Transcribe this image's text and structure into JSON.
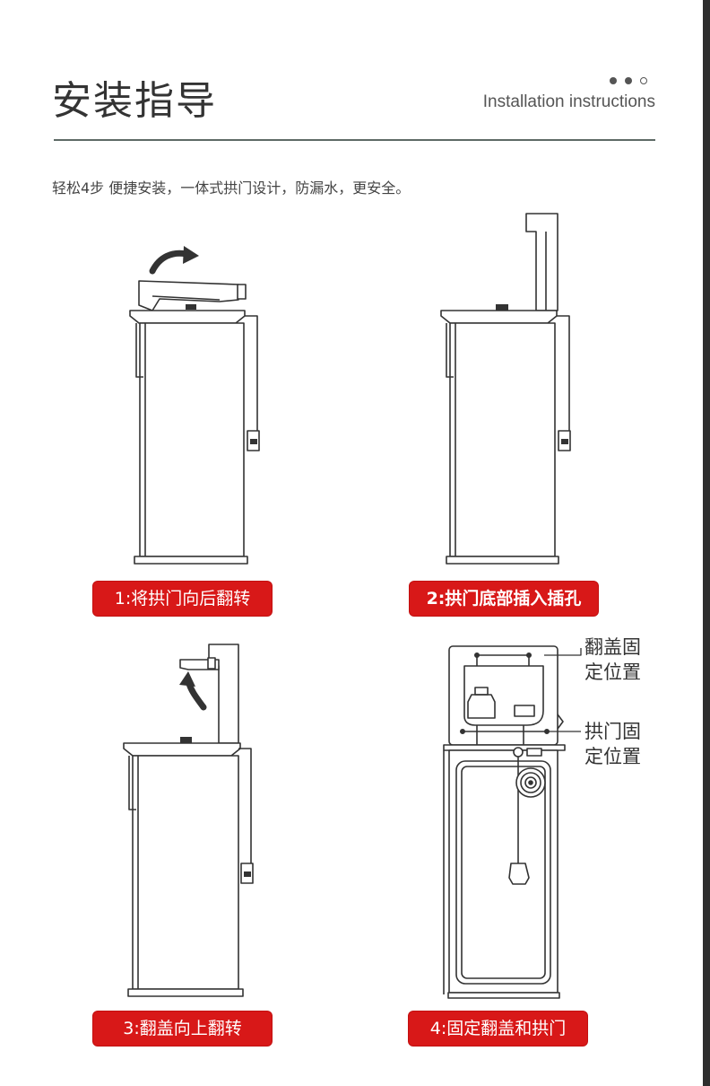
{
  "header": {
    "title": "安装指导",
    "subtitle": "Installation instructions",
    "indicator": [
      "filled",
      "filled",
      "hollow"
    ]
  },
  "intro": "轻松4步 便捷安装，一体式拱门设计，防漏水，更安全。",
  "steps": [
    {
      "label": "1:将拱门向后翻转",
      "emphasis": false
    },
    {
      "label": "2:拱门底部插入插孔",
      "emphasis": true
    },
    {
      "label": "3:翻盖向上翻转",
      "emphasis": false
    },
    {
      "label": "4:固定翻盖和拱门",
      "emphasis": false
    }
  ],
  "callouts": [
    {
      "line1": "翻盖固",
      "line2": "定位置"
    },
    {
      "line1": "拱门固",
      "line2": "定位置"
    }
  ],
  "colors": {
    "accent": "#d81818",
    "line": "#5e6a66",
    "drawing": "#333333"
  }
}
